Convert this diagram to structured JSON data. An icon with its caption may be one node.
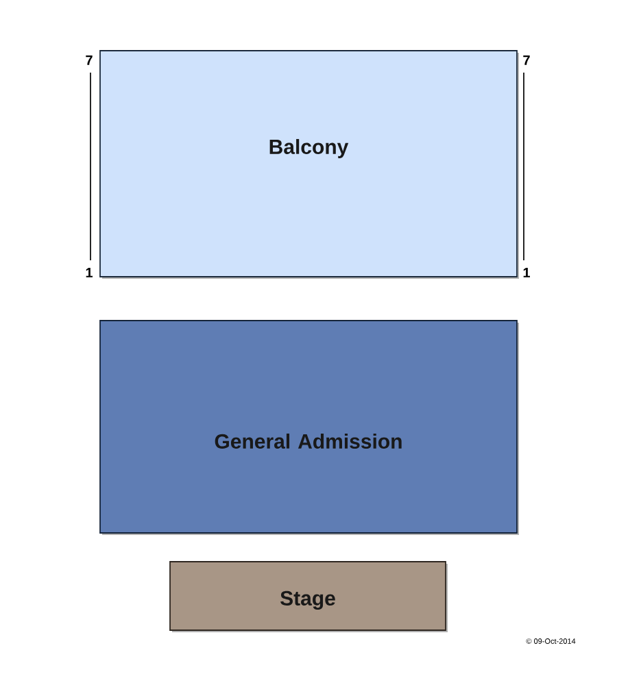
{
  "diagram": {
    "nodes": [
      {
        "text": [
          "Balcony"
        ],
        "beside": [
          "7",
          "7",
          "1",
          "1"
        ]
      },
      {
        "text": [
          "General Admission"
        ]
      },
      {
        "text": [
          "Stage"
        ]
      }
    ],
    "labels": [
      "© 09-Oct-2014"
    ]
  }
}
